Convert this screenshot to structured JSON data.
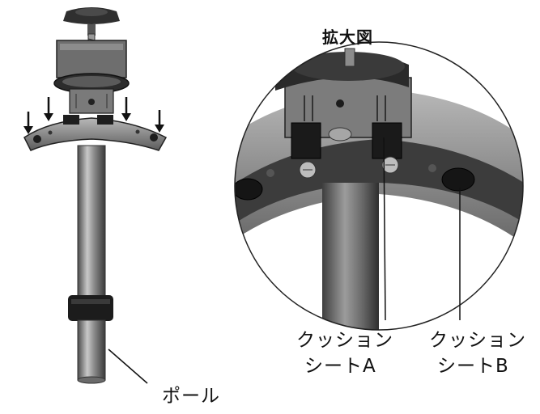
{
  "labels": {
    "zoom_title": "拡大図",
    "cushion_a_line1": "クッション",
    "cushion_a_line2": "シートA",
    "cushion_b_line1": "クッション",
    "cushion_b_line2": "シートB",
    "pole": "ポール"
  }
}
